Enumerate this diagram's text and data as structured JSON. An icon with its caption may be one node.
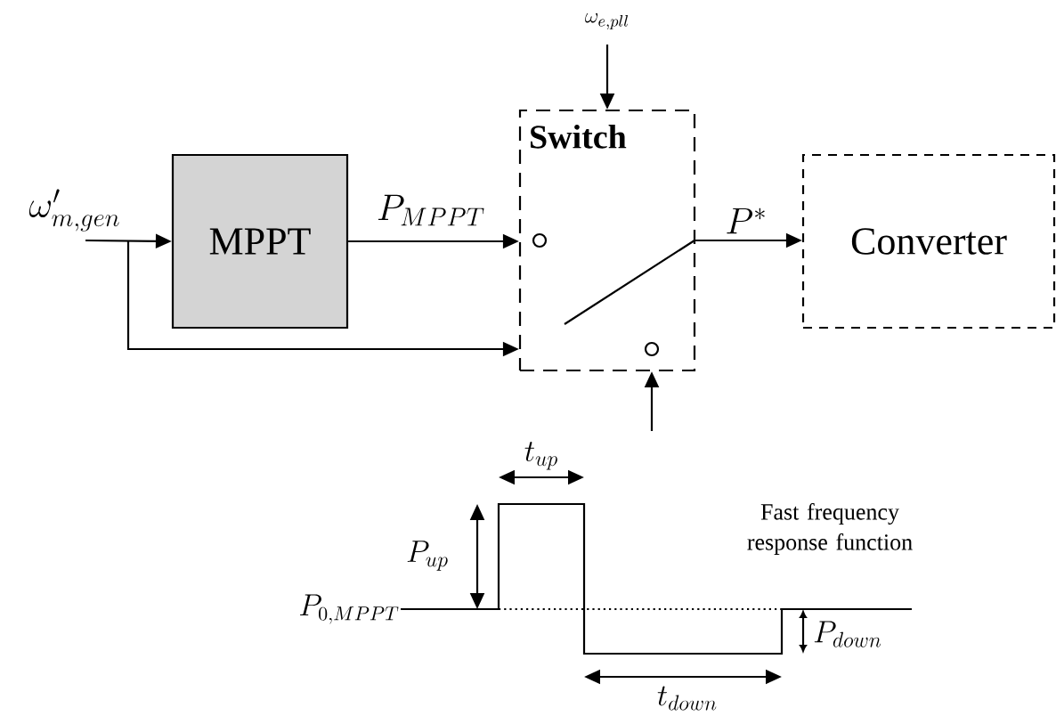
{
  "diagram": {
    "nodes": [
      {
        "text": [
          "MPPT"
        ]
      },
      {
        "text": [
          "Switch"
        ]
      },
      {
        "text": [
          "Converter"
        ]
      }
    ],
    "edges": [
      {
        "from": null,
        "to": 0,
        "arrow": "to",
        "label": "\\omega'_{m,gen}"
      },
      {
        "from": null,
        "to": 1,
        "arrow": "to"
      },
      {
        "from": 0,
        "to": 1,
        "arrow": "to",
        "label": "P_{MPPT}"
      },
      {
        "from": null,
        "to": 1,
        "arrow": "to",
        "label": "\\omega_{e,pll}"
      },
      {
        "from": null,
        "to": 1,
        "arrow": "to"
      },
      {
        "from": 1,
        "to": 2,
        "arrow": "to",
        "label": "P^*"
      }
    ],
    "labels": [
      "t_{up}",
      "P_{up}",
      "Fast frequency response function",
      "P_{0,MPPT}",
      "P_{down}",
      "t_{down}"
    ]
  }
}
